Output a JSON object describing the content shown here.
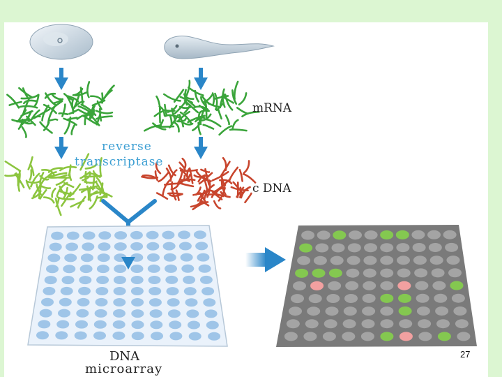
{
  "labels": {
    "mrna": "mRNA",
    "reverse": "reverse",
    "transcriptase": "transcriptase",
    "cdna": "c DNA",
    "dna": "DNA",
    "microarray": "microarray"
  },
  "page_number": "27",
  "colors": {
    "background_frame": "#dcf6d2",
    "panel": "#ffffff",
    "arrow": "#2a86c8",
    "enzyme_text": "#3d9fd3",
    "mrna_strand": "#3aa43a",
    "cdna_light": "#8cc53f",
    "cdna_red": "#c8452d",
    "array_spot": "#9fc5e8",
    "result_panel": "#7a7a7a",
    "spot_gray": "#a4a4a4",
    "spot_green": "#84c850",
    "spot_red": "#f2a0a0"
  },
  "results_grid": [
    "..G..GG...",
    "G.........",
    "..........",
    "GGG.......",
    ".R....R..G",
    ".....GG...",
    "......G...",
    "..........",
    ".....GR.G."
  ]
}
